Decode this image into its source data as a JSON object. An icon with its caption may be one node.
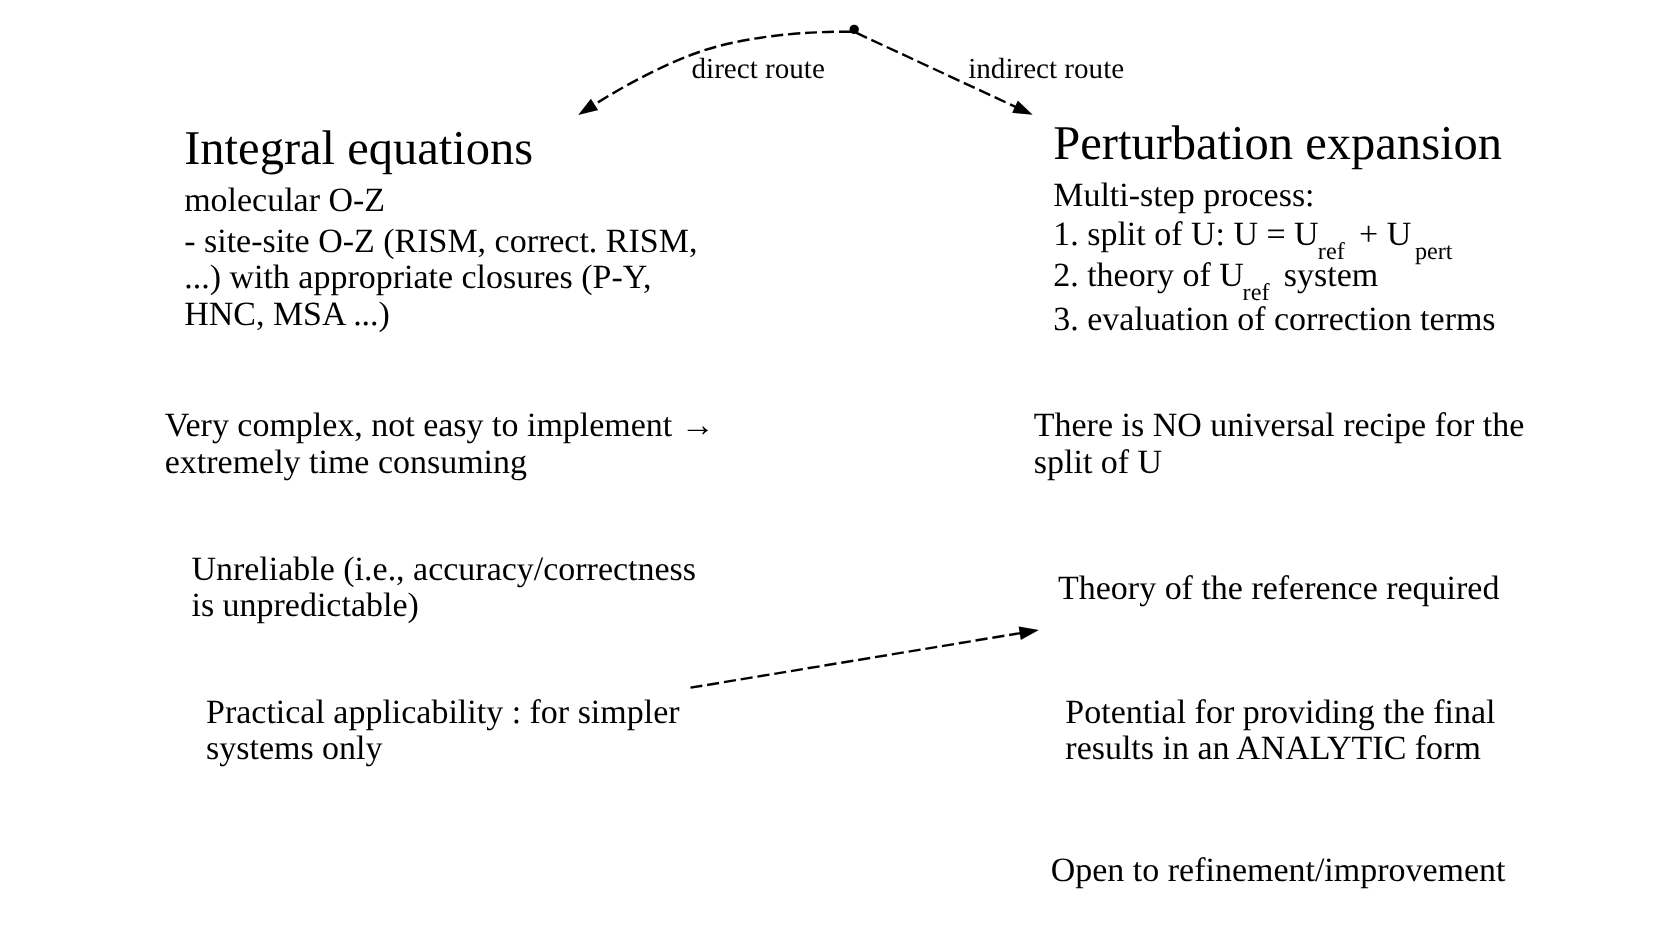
{
  "diagram": {
    "nodes": [
      {
        "text": [],
        "shape": "point"
      },
      {
        "text": [
          "Integral equations",
          "molecular O-Z",
          "- site-site O-Z (RISM, correct. RISM, ...) with appropriate closures (P-Y, HNC, MSA ...)"
        ]
      },
      {
        "text": [
          "Very complex, not easy to implement → extremely time consuming"
        ]
      },
      {
        "text": [
          "Unreliable (i.e., accuracy/correctness is unpredictable)"
        ]
      },
      {
        "text": [
          "Practical applicability : for simpler systems only"
        ]
      },
      {
        "text": [
          "Perturbation expansion",
          "Multi-step process:",
          "1. split of U: U = U$_{ref}$ + U$_{pert}$",
          "2. theory of U$_{ref}$ system",
          "3. evaluation of correction terms"
        ]
      },
      {
        "text": [
          "There is NO universal recipe for the split of U"
        ]
      },
      {
        "text": [
          "Theory of the reference required"
        ]
      },
      {
        "text": [
          "Potential for providing the final results in an ANALYTIC form"
        ]
      },
      {
        "text": [
          "Open to refinement/improvement"
        ]
      }
    ],
    "edges": [
      {
        "from": 0,
        "to": 1,
        "arrow": "to",
        "label": "direct route",
        "style": "dashed"
      },
      {
        "from": 0,
        "to": 5,
        "arrow": "to",
        "label": "indirect route",
        "style": "dashed"
      },
      {
        "from": 4,
        "to": 7,
        "arrow": "to",
        "style": "dashed"
      }
    ]
  }
}
